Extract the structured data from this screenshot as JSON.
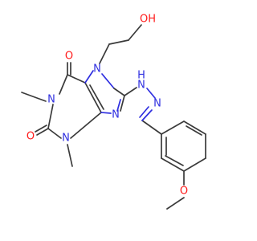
{
  "molecule": {
    "colors": {
      "carbon_bond": "#3a3a3a",
      "nitrogen": "#2f2fe0",
      "oxygen": "#ff1a1a"
    },
    "labels": {
      "hydroxyl": "OH",
      "carbonyl_top": "O",
      "carbonyl_left": "O",
      "methoxy_o": "O",
      "n1": "N",
      "n3": "N",
      "n7": "N",
      "n9": "N",
      "hydrazone_n1": "N",
      "hydrazone_n2": "N"
    },
    "hydrogens": {
      "nh": "H"
    }
  }
}
